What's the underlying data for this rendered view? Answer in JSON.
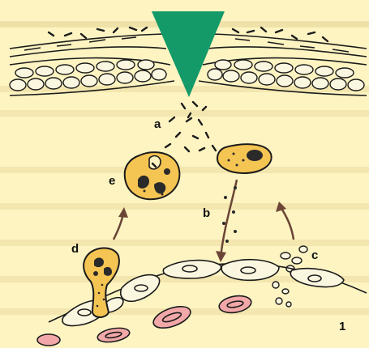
{
  "figure_number": "1",
  "labels": {
    "a": "a",
    "b": "b",
    "c": "c",
    "d": "d",
    "e": "e"
  },
  "colors": {
    "background": "#fdf4c2",
    "wedge": "#149a69",
    "phagocyte": "#f5c553",
    "red_cell": "#f2a8a8",
    "endothelium": "#fbf6df",
    "arrow": "#6b4536"
  }
}
